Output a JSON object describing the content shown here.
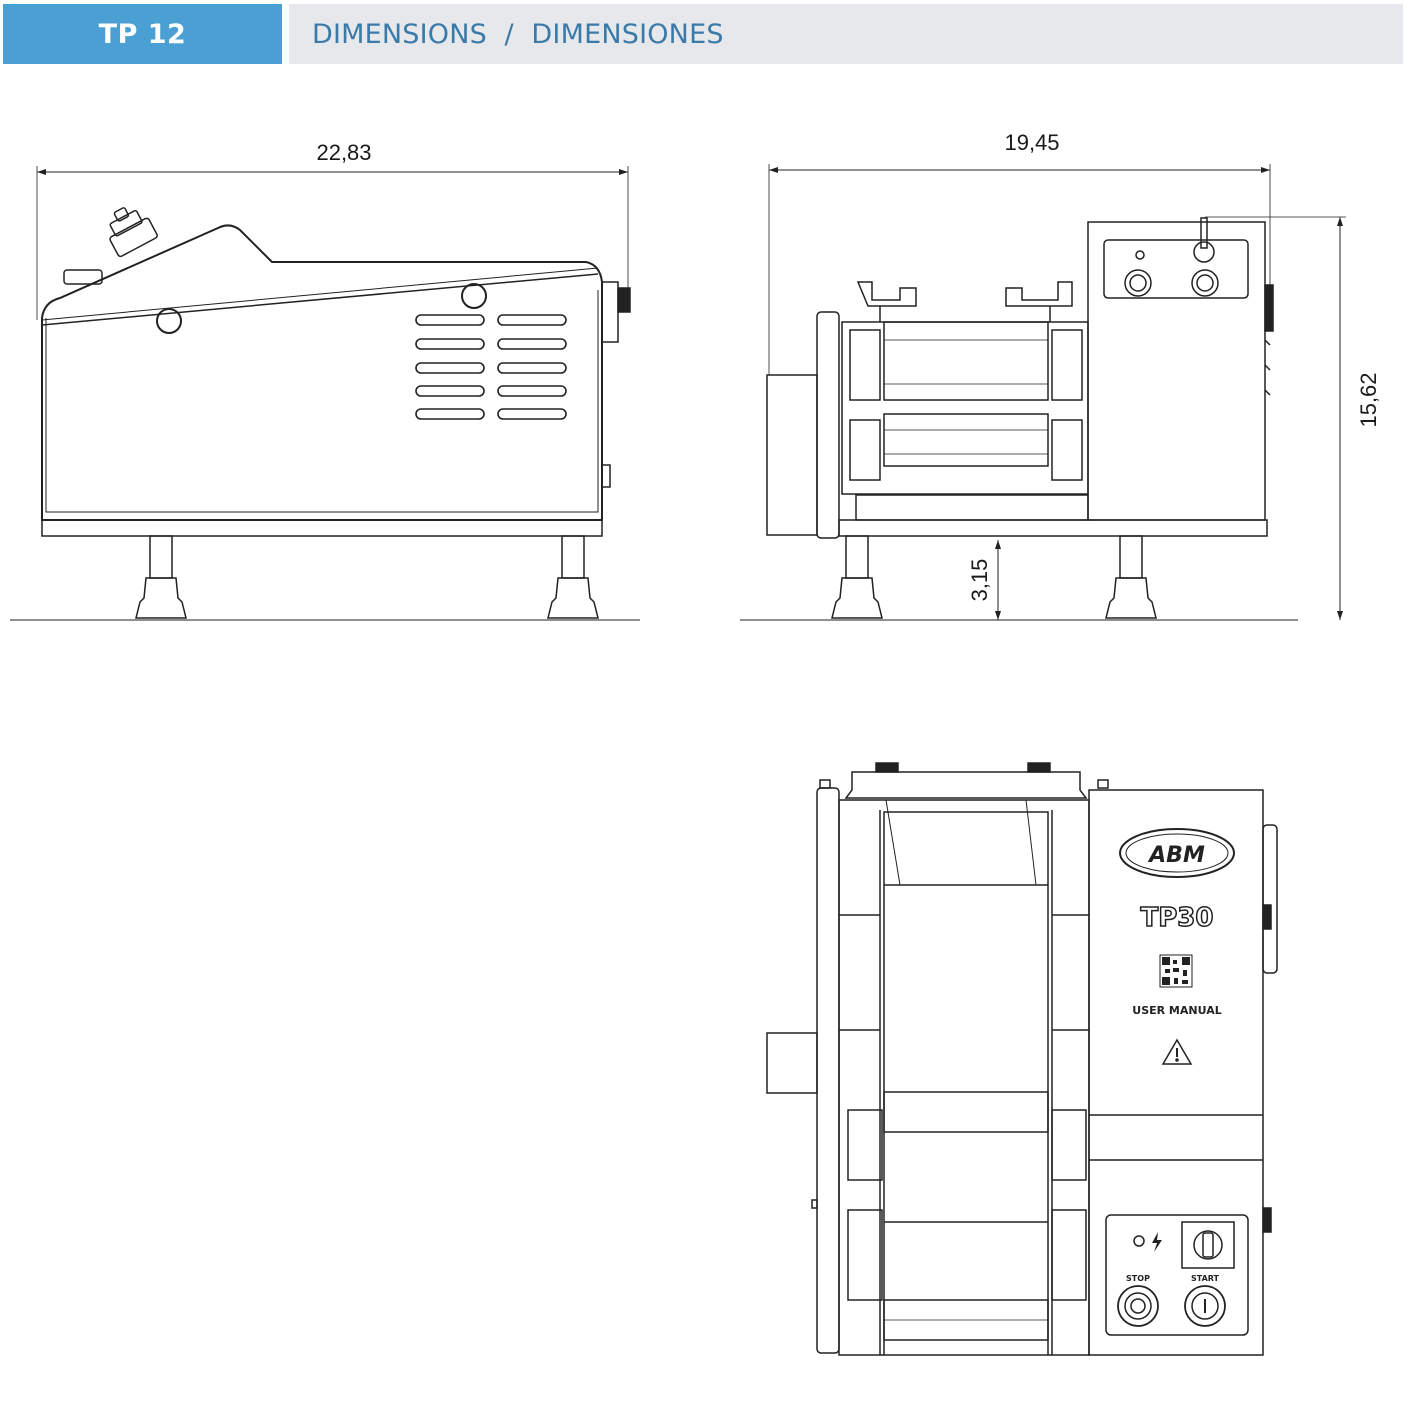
{
  "header": {
    "model": "TP 12",
    "title": "DIMENSIONS  /  DIMENSIONES"
  },
  "dimensions": {
    "length": "22,83",
    "width": "19,45",
    "height": "15,62",
    "leg_height": "3,15"
  },
  "machine_labels": {
    "brand": "ABM",
    "model_plate": "TP30",
    "manual": "USER MANUAL",
    "stop": "STOP",
    "start": "START"
  },
  "colors": {
    "header_accent": "#4a9fd3",
    "header_bg": "#e6e8ec",
    "header_text": "#3a7aa8",
    "line": "#222222"
  }
}
